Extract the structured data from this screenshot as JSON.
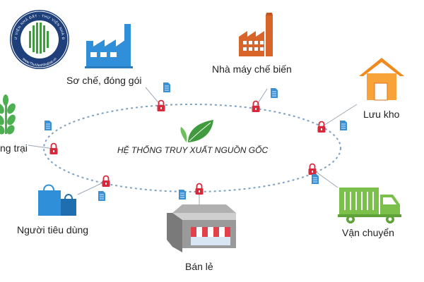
{
  "diagram": {
    "center_title": "HỆ THỐNG TRUY XUẤT NGUỒN GỐC",
    "colors": {
      "ring": "#7ea2c4",
      "lock": "#d8283a",
      "doc": "#3b8fd3",
      "leaf": "#3f9b3e",
      "building_blue": "#2f8fd9",
      "factory_orange": "#d9642a",
      "house_orange": "#f08a1c",
      "truck_green": "#7ac04a",
      "farm_green": "#4caf50",
      "shop_grey": "#8a8a8a",
      "awning_red": "#e2414c"
    },
    "nodes": [
      {
        "id": "farm",
        "label": "ng trại",
        "icon": "wheat-icon"
      },
      {
        "id": "packing",
        "label": "Sơ chế, đóng gói",
        "icon": "factory-icon"
      },
      {
        "id": "processing",
        "label": "Nhà máy chế biến",
        "icon": "factory-icon"
      },
      {
        "id": "storage",
        "label": "Lưu kho",
        "icon": "house-icon"
      },
      {
        "id": "transport",
        "label": "Vận chuyển",
        "icon": "truck-icon"
      },
      {
        "id": "retail",
        "label": "Bán lẻ",
        "icon": "shop-icon"
      },
      {
        "id": "consumer",
        "label": "Người tiêu dùng",
        "icon": "shopping-bag-icon"
      }
    ]
  },
  "watermark": {
    "top_text": "THƯ VIỆN NHÀ ĐẤT · THƯ VIỆN NHÀ ĐẤT",
    "bottom_text": "www.ThuVienNhaDat.vn"
  }
}
